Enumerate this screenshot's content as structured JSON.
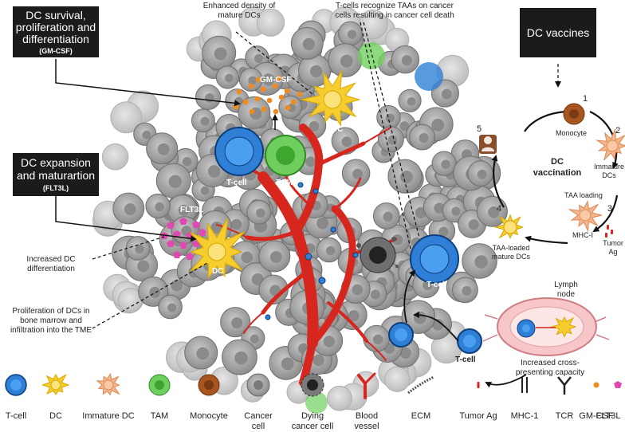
{
  "boxes": {
    "dc_survival": {
      "title": "DC survival, proliferation and differentiation",
      "sub": "(GM-CSF)"
    },
    "dc_expansion": {
      "title": "DC expansion and maturartion",
      "sub": "(FLT3L)"
    },
    "dc_vaccines": {
      "title": "DC vaccines"
    }
  },
  "annotations": {
    "enhanced_density": "Enhanced density of mature DCs",
    "tcells_recognize": "T-cells recognize TAAs on cancer cells resulting in cancer cell death",
    "increased_diff": "Increased DC differentiation",
    "proliferation": "Proliferation of DCs in bone marrow and infiltration into the TME"
  },
  "tme_labels": {
    "gmcsf": "GM-CSF",
    "dc_top": "DC",
    "tcell_left": "T-cell",
    "tam": "TAM",
    "flt3l": "FLT3L",
    "dc_left": "DC",
    "tcell_right": "T-cell",
    "tcell_out": "T-cell"
  },
  "vaccination": {
    "center": "DC vaccination",
    "steps": {
      "n1": "1",
      "n2": "2",
      "n3": "3",
      "n4": "4",
      "n5": "5",
      "monocyte": "Monocyte",
      "immature": "Immature DCs",
      "taa_loading": "TAA loading",
      "mhc": "MHC-I",
      "tumor_ag": "Tumor Ag",
      "loaded": "TAA-loaded mature DCs"
    },
    "lymph": "Lymph node",
    "cross": "Increased cross-presenting capacity"
  },
  "legend": [
    {
      "label": "T-cell"
    },
    {
      "label": "DC"
    },
    {
      "label": "Immature DC"
    },
    {
      "label": "TAM"
    },
    {
      "label": "Monocyte"
    },
    {
      "label": "Cancer cell"
    },
    {
      "label": "Dying cancer cell"
    },
    {
      "label": "Blood vessel"
    },
    {
      "label": "ECM"
    },
    {
      "label": "Tumor Ag"
    },
    {
      "label": "MHC-1"
    },
    {
      "label": "TCR"
    },
    {
      "label": "GM-CSF"
    },
    {
      "label": "FLT3L"
    }
  ],
  "colors": {
    "tcell": "#2f7fd6",
    "dc": "#f5cd2e",
    "immature_dc": "#f6b48a",
    "tam": "#5cc24e",
    "monocyte": "#a9551f",
    "cancer": "#9c9c9c",
    "vessel": "#d7261e",
    "gmcsf": "#f08a1c",
    "flt3l": "#e04ab0",
    "box": "#1b1b1b"
  }
}
